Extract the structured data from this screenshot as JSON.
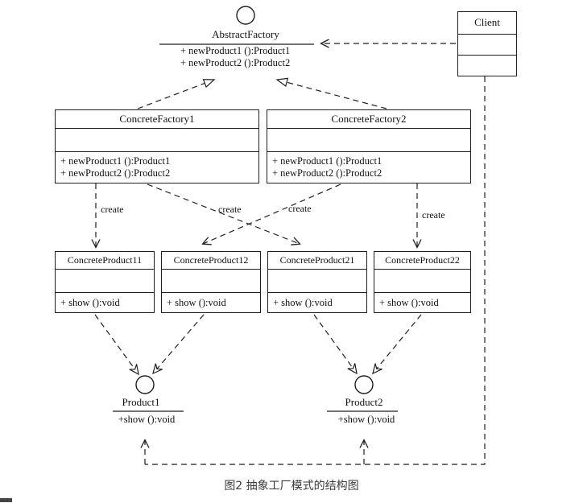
{
  "caption": "图2 抽象工厂模式的结构图",
  "colors": {
    "stroke": "#1f1f1f",
    "text": "#111111",
    "caption": "#3a3a3a",
    "background": "#ffffff"
  },
  "abstract_factory": {
    "name": "AbstractFactory",
    "methods": [
      "+ newProduct1 ():Product1",
      "+ newProduct2 ():Product2"
    ]
  },
  "client": {
    "name": "Client"
  },
  "factories": [
    {
      "name": "ConcreteFactory1",
      "methods": [
        "+ newProduct1 ():Product1",
        "+ newProduct2 ():Product2"
      ]
    },
    {
      "name": "ConcreteFactory2",
      "methods": [
        "+ newProduct1 ():Product1",
        "+ newProduct2 ():Product2"
      ]
    }
  ],
  "concrete_products": [
    {
      "name": "ConcreteProduct11",
      "method": "+ show ():void"
    },
    {
      "name": "ConcreteProduct12",
      "method": "+ show ():void"
    },
    {
      "name": "ConcreteProduct21",
      "method": "+ show ():void"
    },
    {
      "name": "ConcreteProduct22",
      "method": "+ show ():void"
    }
  ],
  "product_interfaces": [
    {
      "name": "Product1",
      "method": "+show ():void"
    },
    {
      "name": "Product2",
      "method": "+show ():void"
    }
  ],
  "edge_label": "create"
}
